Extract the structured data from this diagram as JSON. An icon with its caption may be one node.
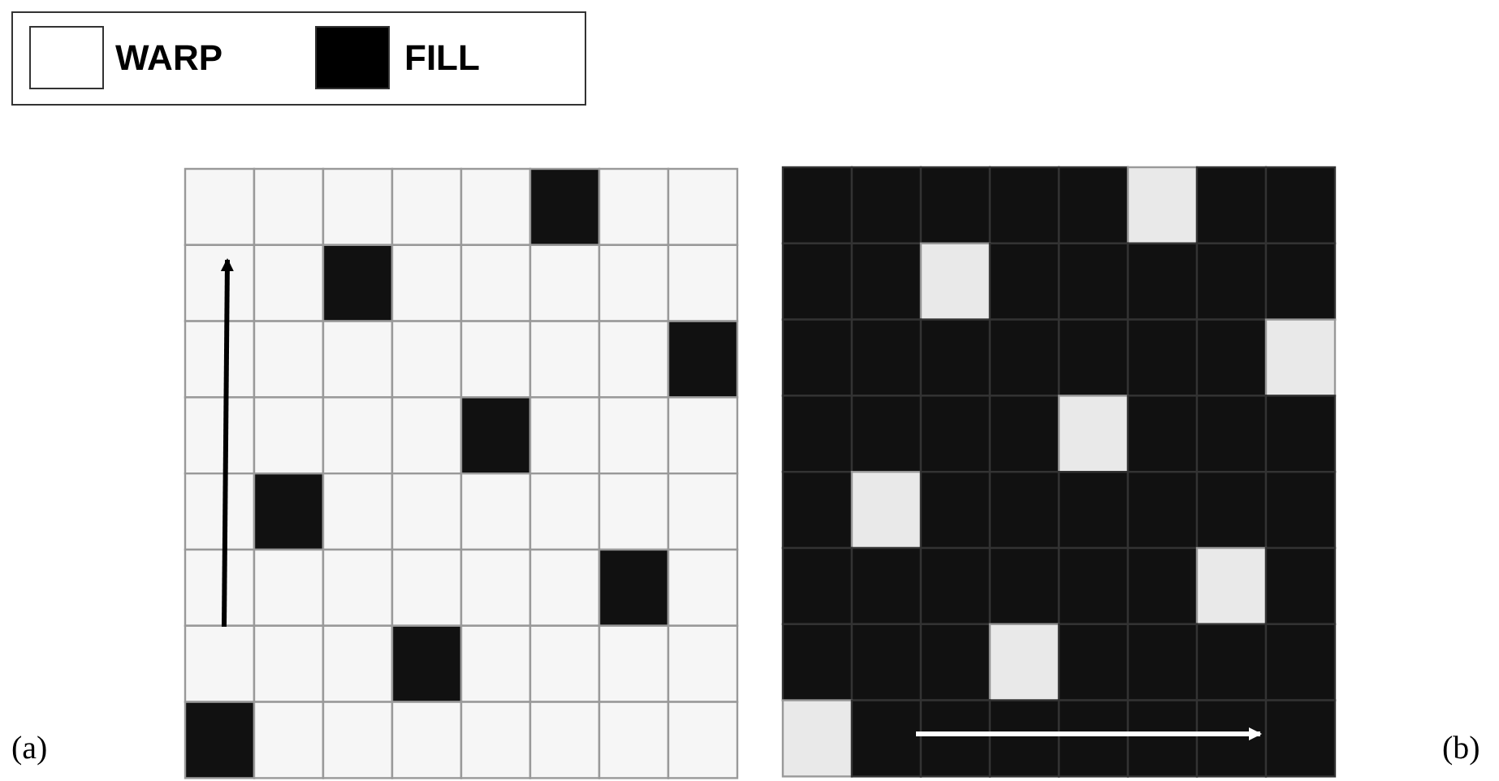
{
  "diagram": {
    "labels": [
      "(a)",
      "(b)"
    ],
    "legend": [
      {
        "text": "WARP",
        "color": "#ffffff"
      },
      {
        "text": "FILL",
        "color": "#000000"
      }
    ]
  }
}
